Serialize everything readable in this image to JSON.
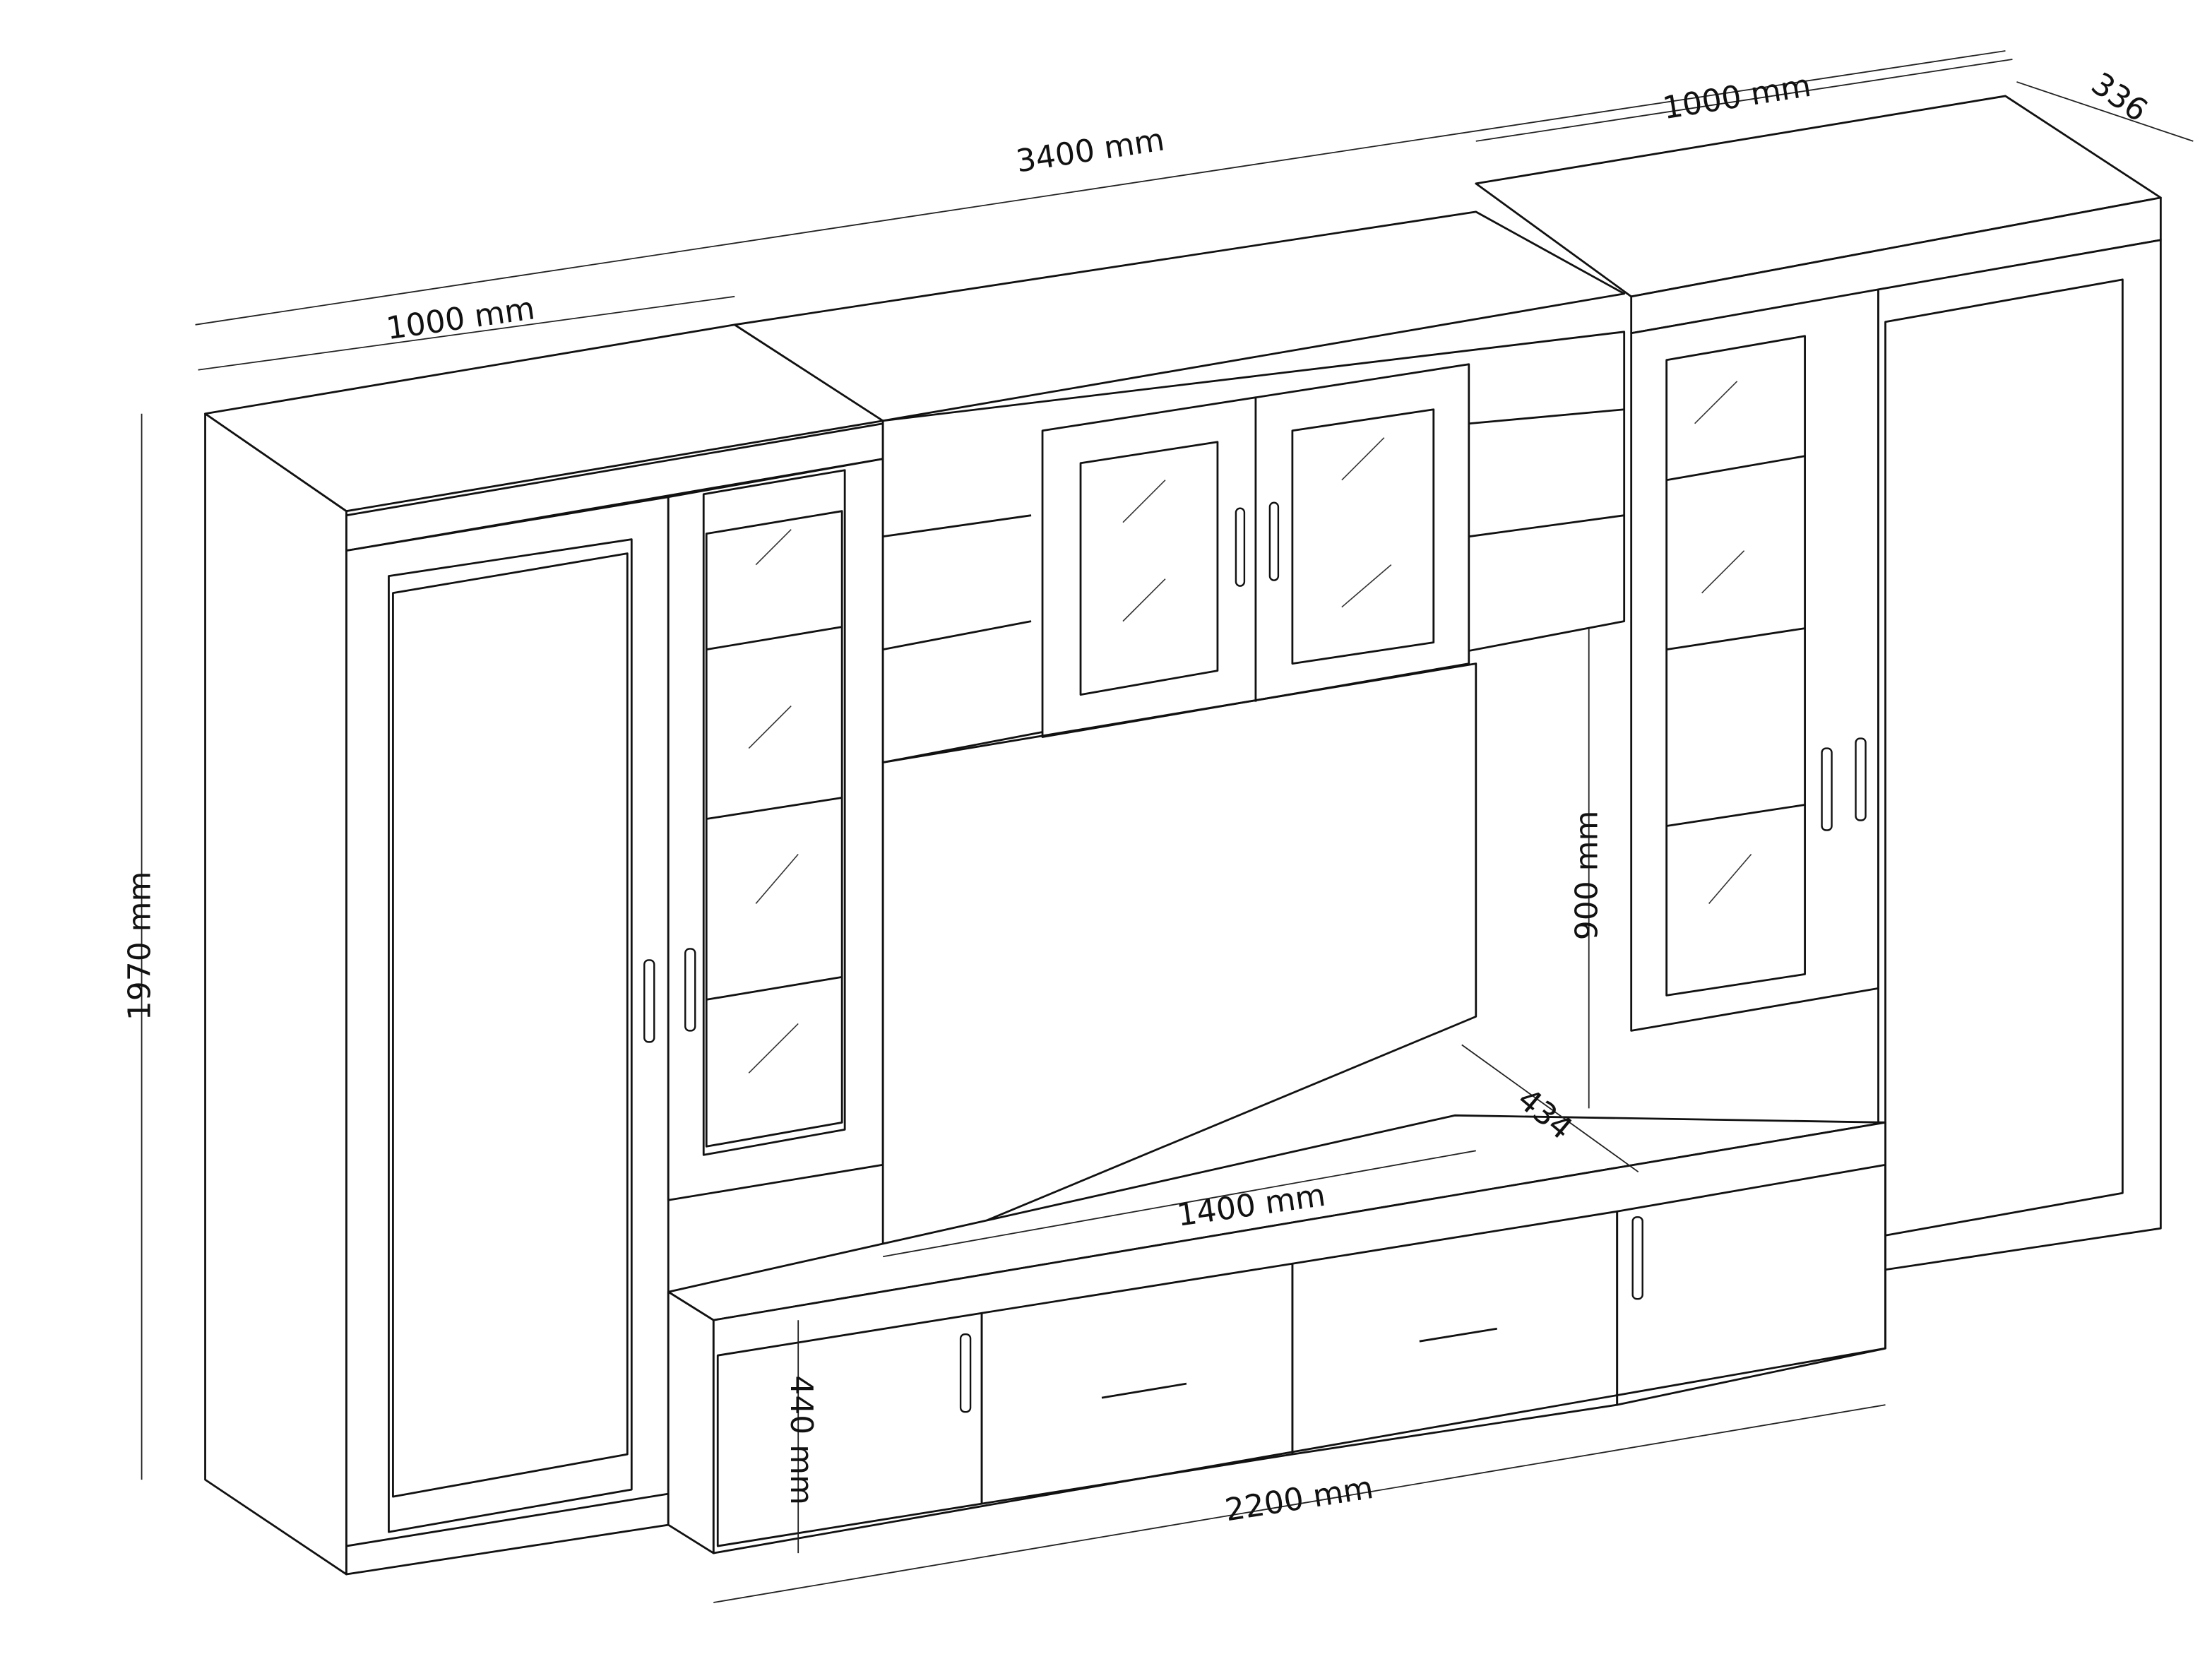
{
  "dimensions": {
    "total_width": "3400 mm",
    "left_cabinet_width": "1000 mm",
    "right_cabinet_width": "1000 mm",
    "depth": "336",
    "height": "1970 mm",
    "tv_niche_height": "900 mm",
    "low_unit_depth": "434",
    "tv_niche_width": "1400 mm",
    "low_unit_height": "440 mm",
    "low_unit_width": "2200 mm"
  }
}
